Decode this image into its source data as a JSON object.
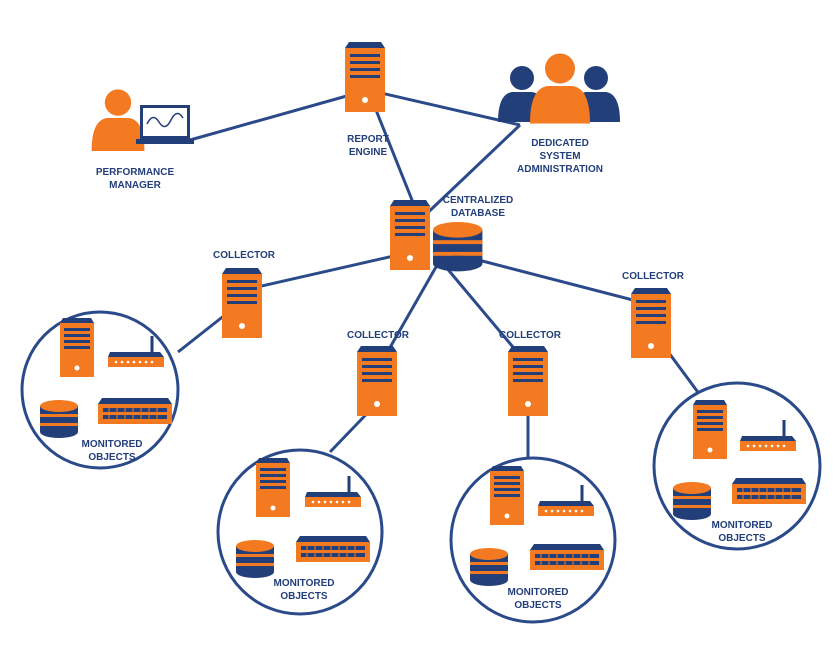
{
  "labels": {
    "report_engine": [
      "REPORT",
      "ENGINE"
    ],
    "admin": [
      "DEDICATED",
      "SYSTEM",
      "ADMINISTRATION"
    ],
    "perf_manager": [
      "PERFORMANCE",
      "MANAGER"
    ],
    "central_db": [
      "CENTRALIZED",
      "DATABASE"
    ],
    "collector": "COLLECTOR",
    "monitored": [
      "MONITORED",
      "OBJECTS"
    ]
  },
  "colors": {
    "orange": "#f37a20",
    "navy": "#233f7a",
    "link": "#2b4a8a",
    "circle_fill": "#ffffff"
  },
  "nodes": {
    "report_engine": "server-icon",
    "admin": "user-group-icon",
    "perf_manager": "person-laptop-icon",
    "central_db": "server-database-icon",
    "collectors": [
      "server-icon",
      "server-icon",
      "server-icon",
      "server-icon"
    ],
    "monitored_groups": [
      [
        "server-icon",
        "router-icon",
        "database-icon",
        "switch-icon"
      ],
      [
        "server-icon",
        "router-icon",
        "database-icon",
        "switch-icon"
      ],
      [
        "server-icon",
        "router-icon",
        "database-icon",
        "switch-icon"
      ],
      [
        "server-icon",
        "router-icon",
        "database-icon",
        "switch-icon"
      ]
    ]
  }
}
